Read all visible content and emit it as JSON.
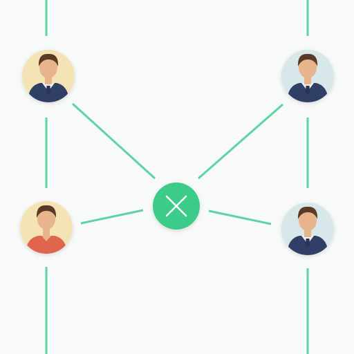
{
  "palette": {
    "background": "#f8f9f9",
    "connector": "#5cd3a0",
    "hub_fill": "#3ecb8a",
    "hub_symbol": "#ffffff",
    "skin": "#e8b48c",
    "hair": "#5a3a26",
    "suit": "#2f3f66",
    "shirt": "#f2f2f2",
    "tie": "#2a3556",
    "red_shirt": "#e0654f"
  },
  "hub": {
    "icon": "close-x-icon"
  },
  "people": [
    {
      "id": "top-left",
      "avatar_bg": "#f3e3b5",
      "outfit": "suit-tie",
      "icon": "person-avatar-icon"
    },
    {
      "id": "top-right",
      "avatar_bg": "#d8e7ea",
      "outfit": "suit-tie",
      "icon": "person-avatar-icon"
    },
    {
      "id": "bottom-left",
      "avatar_bg": "#f3e3b5",
      "outfit": "red-shirt",
      "icon": "person-avatar-icon"
    },
    {
      "id": "bottom-right",
      "avatar_bg": "#d8e7ea",
      "outfit": "suit-tie",
      "icon": "person-avatar-icon"
    }
  ]
}
